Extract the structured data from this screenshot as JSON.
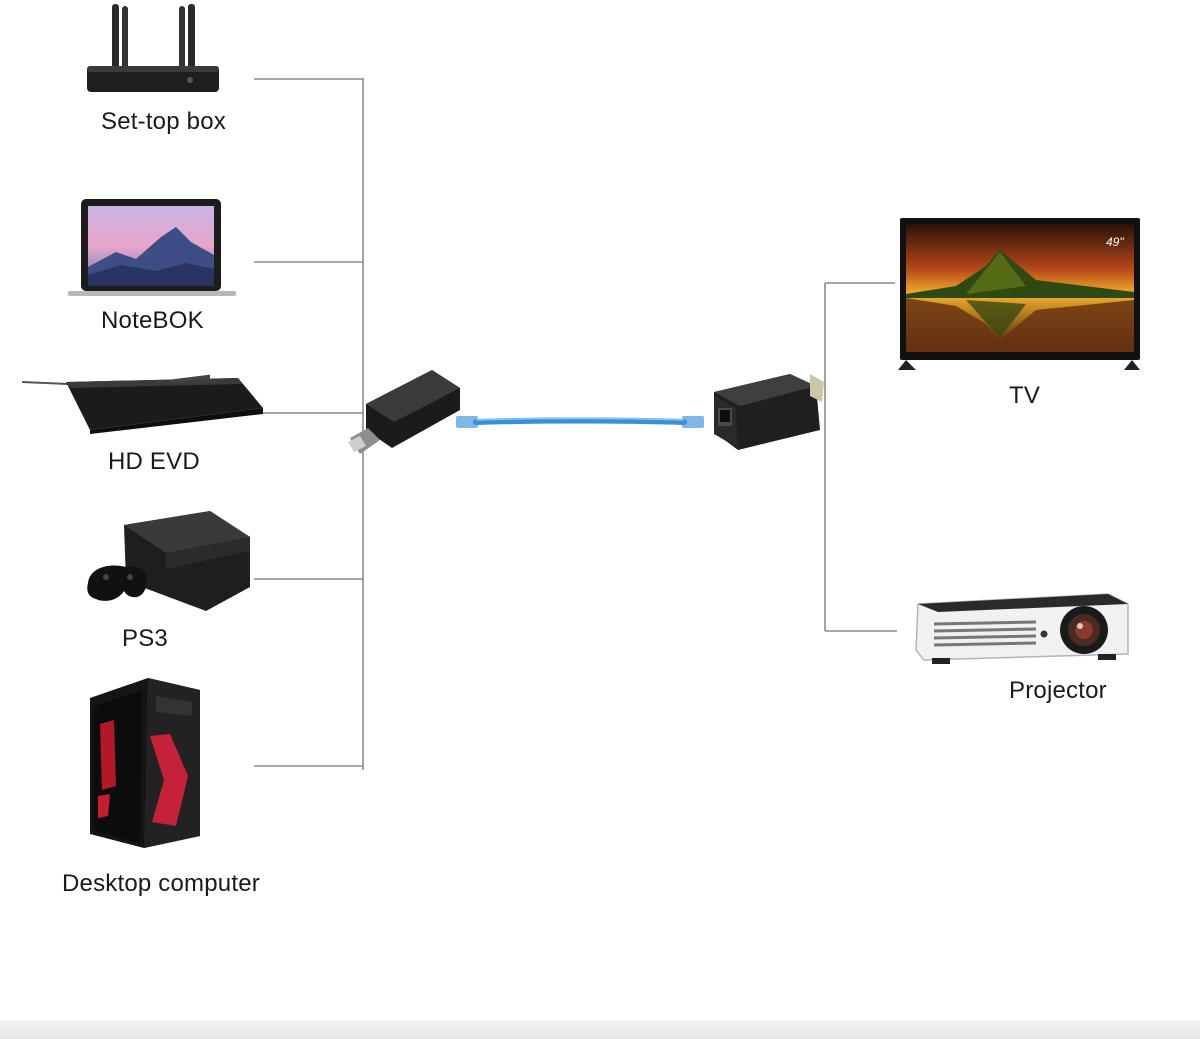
{
  "sources": [
    {
      "label": "Set-top box",
      "icon": "set-top-box-icon"
    },
    {
      "label": "NoteBOK",
      "icon": "notebook-icon"
    },
    {
      "label": "HD EVD",
      "icon": "dvd-player-icon"
    },
    {
      "label": "PS3",
      "icon": "game-console-icon"
    },
    {
      "label": "Desktop computer",
      "icon": "desktop-computer-icon"
    }
  ],
  "link": {
    "transmitter_icon": "hdmi-transmitter-icon",
    "cable_icon": "ethernet-cable-icon",
    "receiver_icon": "hdmi-receiver-icon",
    "cable_color": "#3a8fd6"
  },
  "displays": [
    {
      "label": "TV",
      "icon": "tv-icon",
      "screen_badge": "49\""
    },
    {
      "label": "Projector",
      "icon": "projector-icon"
    }
  ]
}
